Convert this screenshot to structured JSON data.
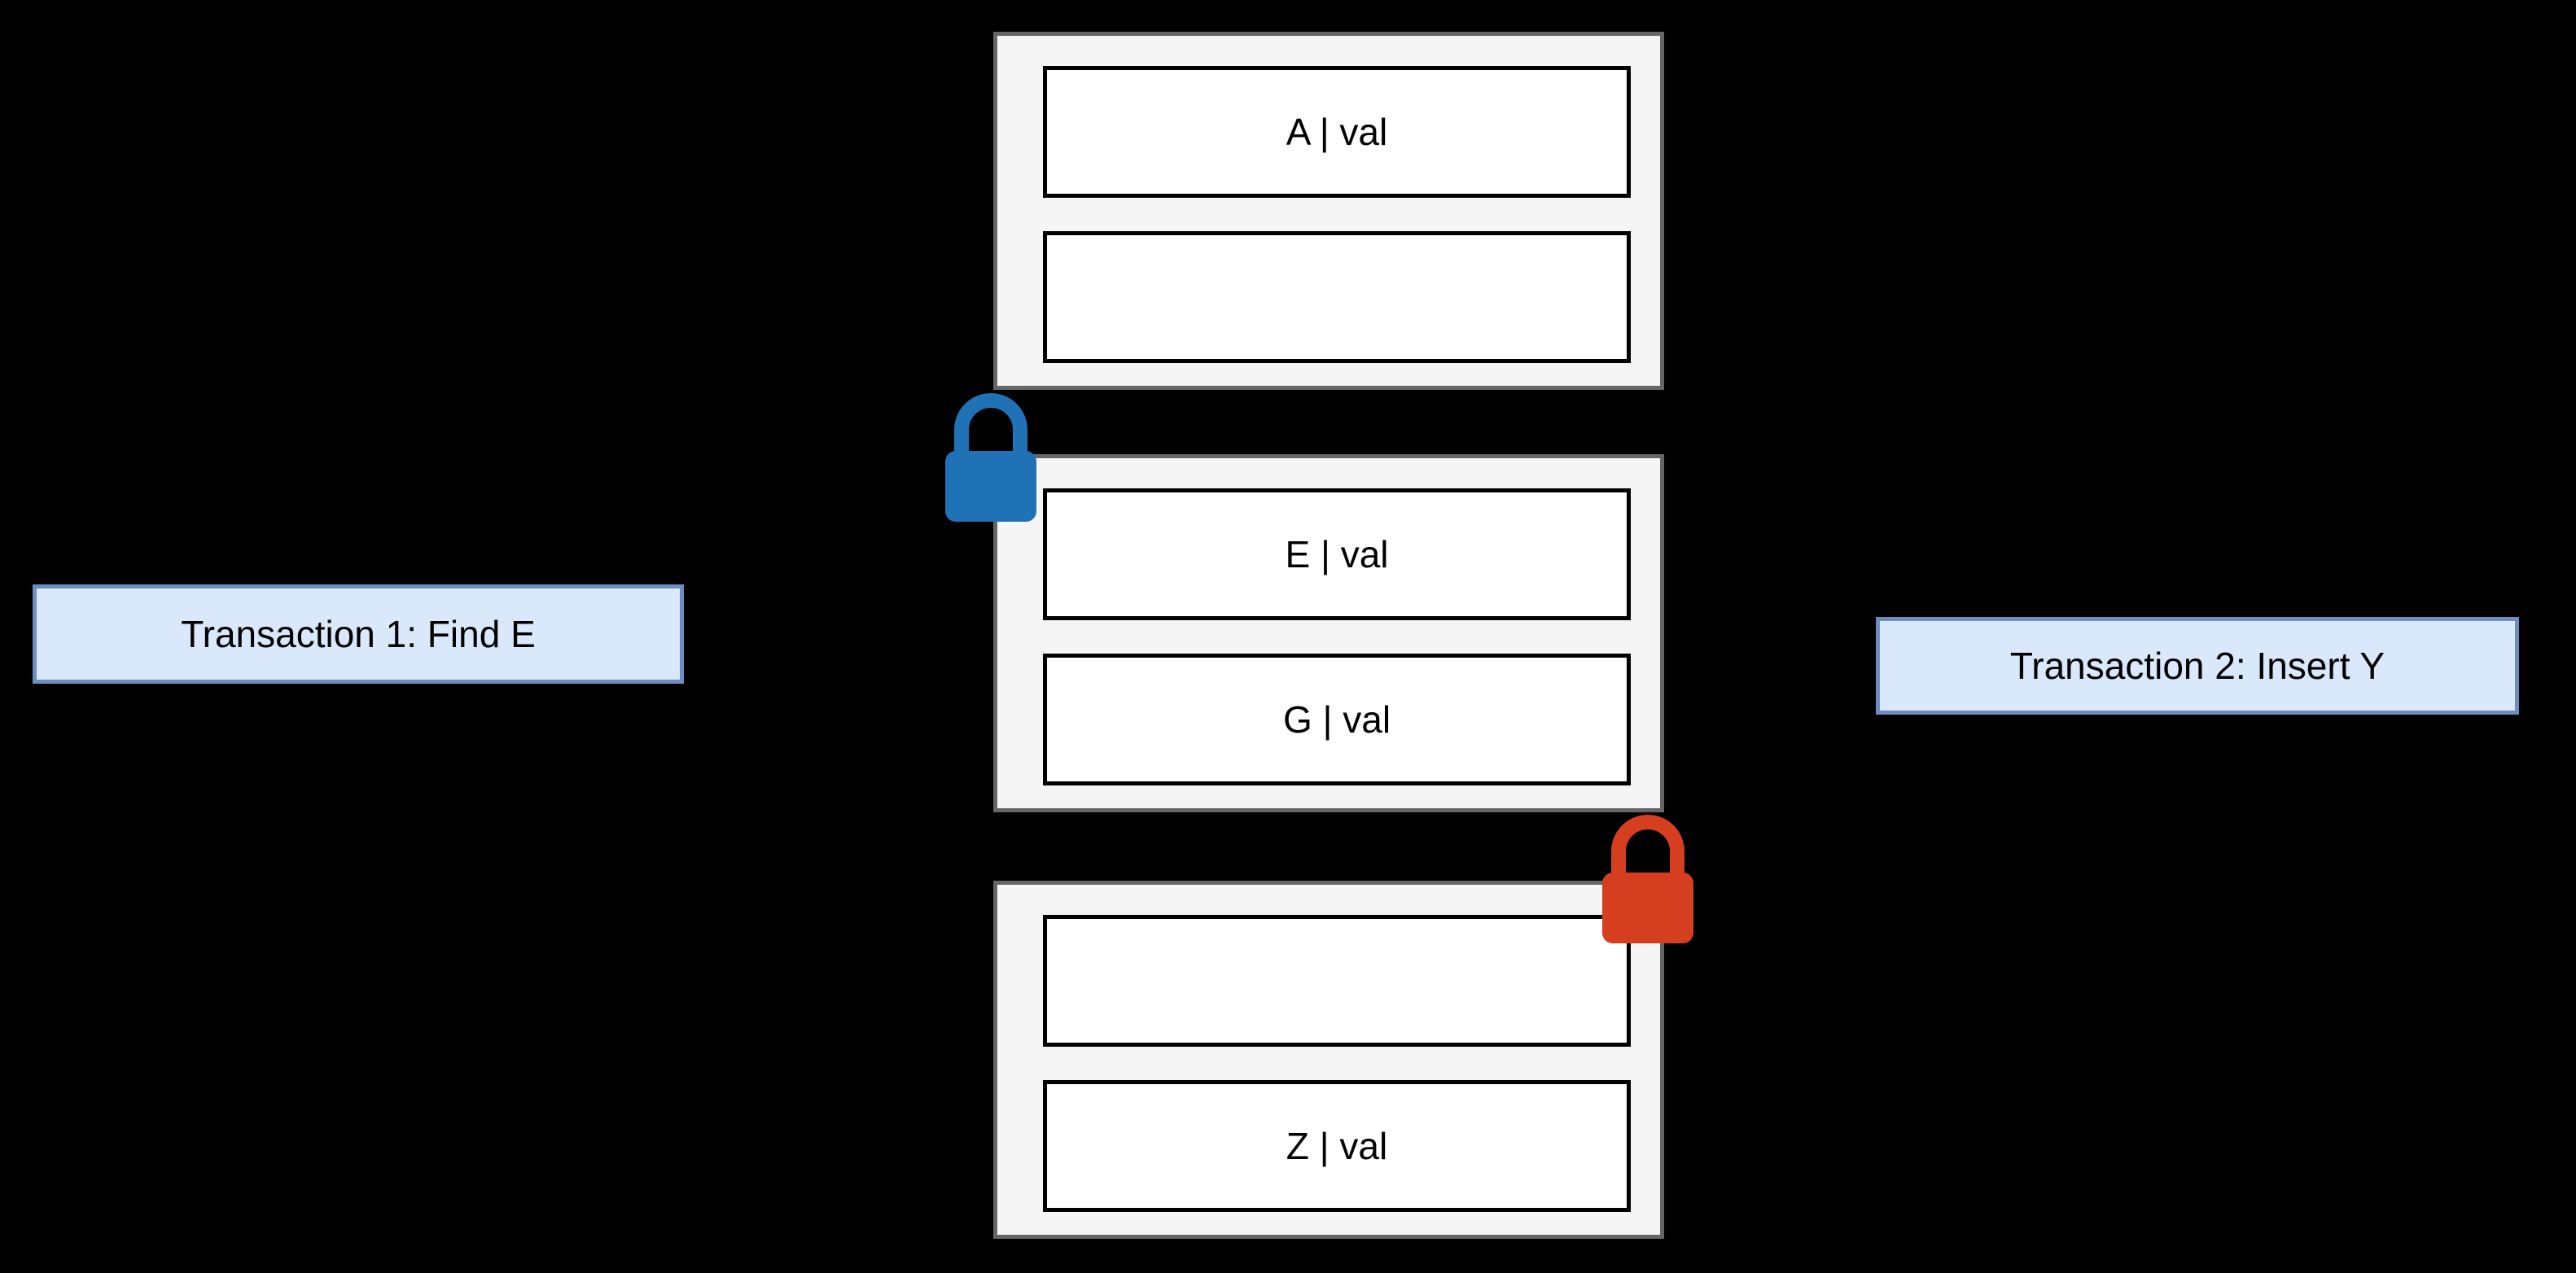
{
  "transactions": {
    "t1": "Transaction 1: Find E",
    "t2": "Transaction 2: Insert Y"
  },
  "pages": {
    "top": {
      "rows": [
        "A | val",
        ""
      ]
    },
    "middle": {
      "rows": [
        "E | val",
        "G | val"
      ]
    },
    "bottom": {
      "rows": [
        "",
        "Z | val"
      ]
    }
  },
  "locks": {
    "blue": {
      "color": "#1f72b5",
      "attached_to": "page-middle-top-left"
    },
    "red": {
      "color": "#d63e20",
      "attached_to": "page-bottom-top-right"
    }
  },
  "colors": {
    "background": "#000000",
    "page_fill": "#f5f5f5",
    "page_border": "#666666",
    "row_fill": "#ffffff",
    "row_border": "#000000",
    "label_fill": "#dae8fc",
    "label_border": "#6c8ebf"
  }
}
